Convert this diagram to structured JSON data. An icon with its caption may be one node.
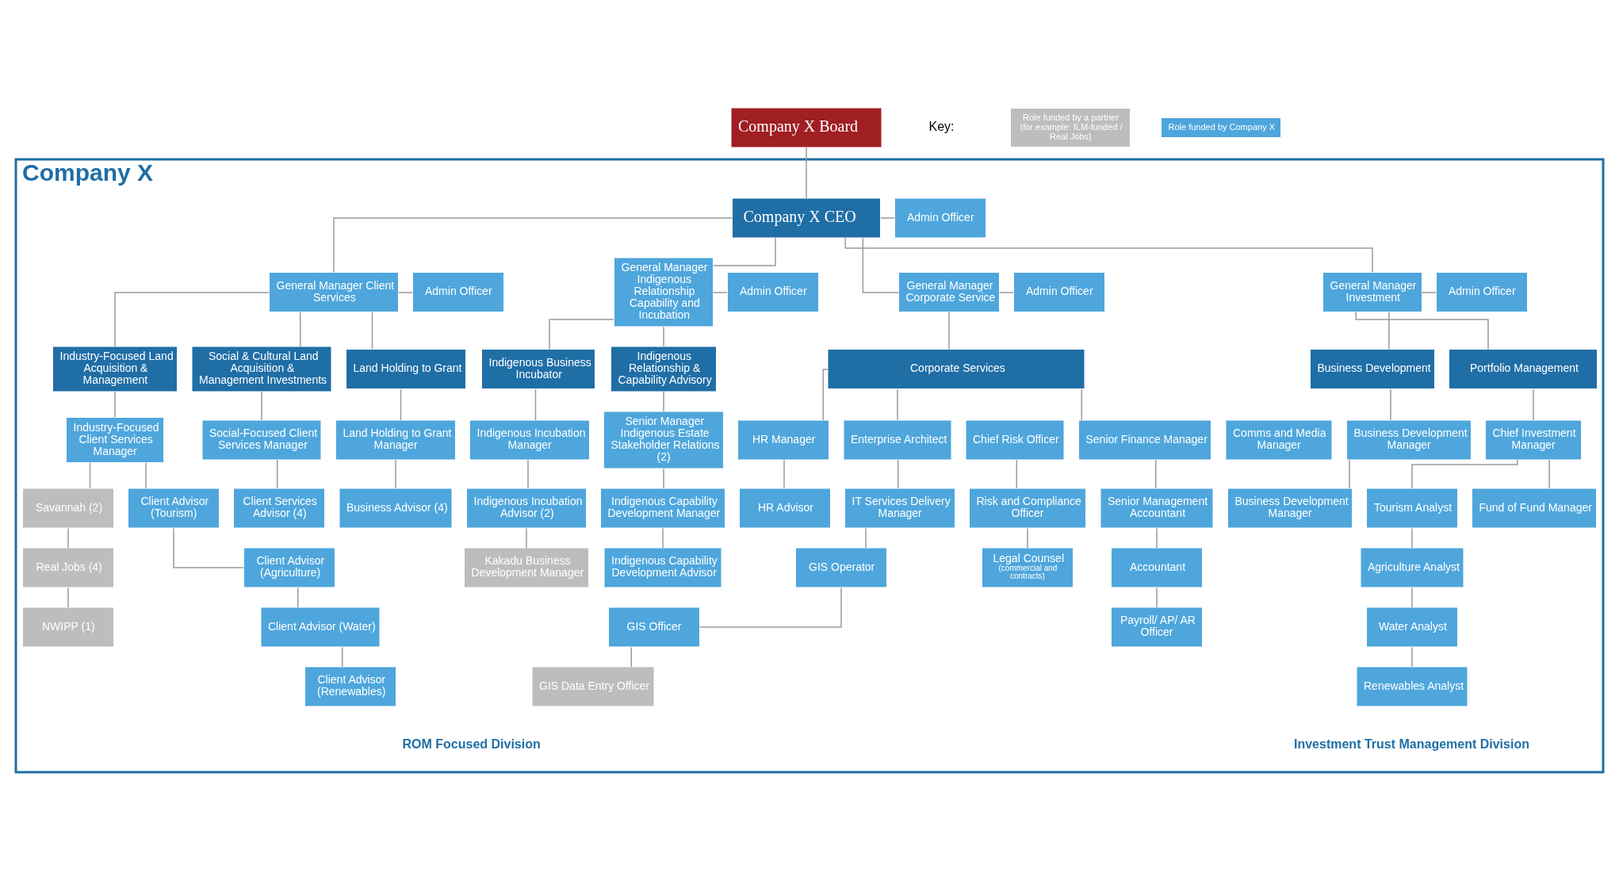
{
  "diagram": {
    "nodes": [
      {
        "text": [
          "Company X Board"
        ]
      },
      {
        "text": [
          "Company X"
        ]
      },
      {
        "text": [
          "Company X CEO"
        ],
        "in": 1
      },
      {
        "text": [
          "Admin Officer"
        ],
        "in": 1
      },
      {
        "text": [
          "General Manager Client Services"
        ],
        "in": 1
      },
      {
        "text": [
          "Admin Officer"
        ],
        "in": 1
      },
      {
        "text": [
          "General Manager Indigenous Relationship Capability and Incubation"
        ],
        "in": 1
      },
      {
        "text": [
          "Admin Officer"
        ],
        "in": 1
      },
      {
        "text": [
          "General Manager Corporate Service"
        ],
        "in": 1
      },
      {
        "text": [
          "Admin Officer"
        ],
        "in": 1
      },
      {
        "text": [
          "General Manager Investment"
        ],
        "in": 1
      },
      {
        "text": [
          "Admin Officer"
        ],
        "in": 1
      },
      {
        "text": [
          "Industry-Focused Land Acquisition & Management"
        ],
        "in": 1
      },
      {
        "text": [
          "Social & Cultural Land Acquisition & Management Investments"
        ],
        "in": 1
      },
      {
        "text": [
          "Land Holding to Grant"
        ],
        "in": 1
      },
      {
        "text": [
          "Industry-Focused Client Services Manager"
        ],
        "in": 1
      },
      {
        "text": [
          "Savannah (2)"
        ],
        "in": 1
      },
      {
        "text": [
          "Real Jobs (4)"
        ],
        "in": 1
      },
      {
        "text": [
          "NWIPP (1)"
        ],
        "in": 1
      },
      {
        "text": [
          "Client Advisor (Tourism)"
        ],
        "in": 1
      },
      {
        "text": [
          "Client Advisor (Agriculture)"
        ],
        "in": 1
      },
      {
        "text": [
          "Client Advisor (Water)"
        ],
        "in": 1
      },
      {
        "text": [
          "Client Advisor (Renewables)"
        ],
        "in": 1
      },
      {
        "text": [
          "Social-Focused Client Services Manager"
        ],
        "in": 1
      },
      {
        "text": [
          "Client Services Advisor (4)"
        ],
        "in": 1
      },
      {
        "text": [
          "Land Holding to Grant Manager"
        ],
        "in": 1
      },
      {
        "text": [
          "Business Advisor (4)"
        ],
        "in": 1
      },
      {
        "text": [
          "Indigenous Business Incubator"
        ],
        "in": 1
      },
      {
        "text": [
          "Indigenous Relationship & Capability Advisory"
        ],
        "in": 1
      },
      {
        "text": [
          "Indigenous Incubation Manager"
        ],
        "in": 1
      },
      {
        "text": [
          "Indigenous Incubation Advisor (2)"
        ],
        "in": 1
      },
      {
        "text": [
          "Kakadu Business Development Manager"
        ],
        "in": 1
      },
      {
        "text": [
          "Senior Manager Indigenous Estate Stakeholder Relations (2)"
        ],
        "in": 1
      },
      {
        "text": [
          "Indigenous Capability Development Manager"
        ],
        "in": 1
      },
      {
        "text": [
          "Indigenous Capability Development Advisor"
        ],
        "in": 1
      },
      {
        "text": [
          "Corporate Services"
        ],
        "in": 1
      },
      {
        "text": [
          "HR Manager"
        ],
        "in": 1
      },
      {
        "text": [
          "HR Advisor"
        ],
        "in": 1
      },
      {
        "text": [
          "Enterprise Architect"
        ],
        "in": 1
      },
      {
        "text": [
          "IT Services Delivery Manager"
        ],
        "in": 1
      },
      {
        "text": [
          "GIS Operator"
        ],
        "in": 1
      },
      {
        "text": [
          "GIS Officer"
        ],
        "in": 1
      },
      {
        "text": [
          "GIS Data Entry Officer"
        ],
        "in": 1
      },
      {
        "text": [
          "Chief Risk Officer"
        ],
        "in": 1
      },
      {
        "text": [
          "Risk and Compliance Officer"
        ],
        "in": 1
      },
      {
        "text": [
          "Legal Counsel",
          "(commercial and contracts)"
        ],
        "in": 1
      },
      {
        "text": [
          "Senior Finance Manager"
        ],
        "in": 1
      },
      {
        "text": [
          "Senior Management Accountant"
        ],
        "in": 1
      },
      {
        "text": [
          "Accountant"
        ],
        "in": 1
      },
      {
        "text": [
          "Payroll/ AP/ AR Officer"
        ],
        "in": 1
      },
      {
        "text": [
          "Comms and Media Manager"
        ],
        "in": 1
      },
      {
        "text": [
          "Business Development"
        ],
        "in": 1
      },
      {
        "text": [
          "Portfolio Management"
        ],
        "in": 1
      },
      {
        "text": [
          "Business Development Manager"
        ],
        "in": 1
      },
      {
        "text": [
          "Business Development Manager"
        ],
        "in": 1
      },
      {
        "text": [
          "Chief Investment Manager"
        ],
        "in": 1
      },
      {
        "text": [
          "Tourism Analyst"
        ],
        "in": 1
      },
      {
        "text": [
          "Fund of Fund Manager"
        ],
        "in": 1
      },
      {
        "text": [
          "Agriculture Analyst"
        ],
        "in": 1
      },
      {
        "text": [
          "Water Analyst"
        ],
        "in": 1
      },
      {
        "text": [
          "Renewables Analyst"
        ],
        "in": 1
      }
    ],
    "edges": [
      {
        "from": 0,
        "to": 2,
        "arrow": "none"
      },
      {
        "from": 2,
        "to": 3,
        "arrow": "none"
      },
      {
        "from": 2,
        "to": 4,
        "arrow": "none"
      },
      {
        "from": 2,
        "to": 6,
        "arrow": "none"
      },
      {
        "from": 2,
        "to": 8,
        "arrow": "none"
      },
      {
        "from": 2,
        "to": 10,
        "arrow": "none"
      },
      {
        "from": 4,
        "to": 5,
        "arrow": "none"
      },
      {
        "from": 6,
        "to": 7,
        "arrow": "none"
      },
      {
        "from": 8,
        "to": 9,
        "arrow": "none"
      },
      {
        "from": 10,
        "to": 11,
        "arrow": "none"
      },
      {
        "from": 4,
        "to": 12,
        "arrow": "none"
      },
      {
        "from": 4,
        "to": 13,
        "arrow": "none"
      },
      {
        "from": 4,
        "to": 14,
        "arrow": "none"
      },
      {
        "from": 12,
        "to": 15,
        "arrow": "none"
      },
      {
        "from": 15,
        "to": 16,
        "arrow": "none"
      },
      {
        "from": 15,
        "to": 19,
        "arrow": "none"
      },
      {
        "from": 16,
        "to": 17,
        "arrow": "none"
      },
      {
        "from": 17,
        "to": 18,
        "arrow": "none"
      },
      {
        "from": 19,
        "to": 20,
        "arrow": "none"
      },
      {
        "from": 20,
        "to": 21,
        "arrow": "none"
      },
      {
        "from": 21,
        "to": 22,
        "arrow": "none"
      },
      {
        "from": 13,
        "to": 23,
        "arrow": "none"
      },
      {
        "from": 23,
        "to": 24,
        "arrow": "none"
      },
      {
        "from": 14,
        "to": 25,
        "arrow": "none"
      },
      {
        "from": 25,
        "to": 26,
        "arrow": "none"
      },
      {
        "from": 6,
        "to": 27,
        "arrow": "none"
      },
      {
        "from": 6,
        "to": 28,
        "arrow": "none"
      },
      {
        "from": 27,
        "to": 29,
        "arrow": "none"
      },
      {
        "from": 29,
        "to": 30,
        "arrow": "none"
      },
      {
        "from": 30,
        "to": 31,
        "arrow": "none"
      },
      {
        "from": 28,
        "to": 32,
        "arrow": "none"
      },
      {
        "from": 32,
        "to": 33,
        "arrow": "none"
      },
      {
        "from": 33,
        "to": 34,
        "arrow": "none"
      },
      {
        "from": 8,
        "to": 35,
        "arrow": "none"
      },
      {
        "from": 35,
        "to": 36,
        "arrow": "none"
      },
      {
        "from": 35,
        "to": 38,
        "arrow": "none"
      },
      {
        "from": 35,
        "to": 46,
        "arrow": "none"
      },
      {
        "from": 36,
        "to": 37,
        "arrow": "none"
      },
      {
        "from": 38,
        "to": 39,
        "arrow": "none"
      },
      {
        "from": 39,
        "to": 40,
        "arrow": "none"
      },
      {
        "from": 40,
        "to": 41,
        "arrow": "none"
      },
      {
        "from": 41,
        "to": 42,
        "arrow": "none"
      },
      {
        "from": 43,
        "to": 44,
        "arrow": "none"
      },
      {
        "from": 44,
        "to": 45,
        "arrow": "none"
      },
      {
        "from": 46,
        "to": 47,
        "arrow": "none"
      },
      {
        "from": 47,
        "to": 48,
        "arrow": "none"
      },
      {
        "from": 48,
        "to": 49,
        "arrow": "none"
      },
      {
        "from": 10,
        "to": 51,
        "arrow": "none"
      },
      {
        "from": 10,
        "to": 52,
        "arrow": "none"
      },
      {
        "from": 51,
        "to": 53,
        "arrow": "none"
      },
      {
        "from": 53,
        "to": 54,
        "arrow": "none"
      },
      {
        "from": 52,
        "to": 55,
        "arrow": "none"
      },
      {
        "from": 55,
        "to": 56,
        "arrow": "none"
      },
      {
        "from": 55,
        "to": 57,
        "arrow": "none"
      },
      {
        "from": 56,
        "to": 58,
        "arrow": "none"
      },
      {
        "from": 58,
        "to": 59,
        "arrow": "none"
      },
      {
        "from": 59,
        "to": 60,
        "arrow": "none"
      }
    ],
    "labels": [
      "Key:",
      "ROM Focused Division",
      "Investment Trust Management Division"
    ],
    "legend": [
      {
        "text": "Role funded by a partner (for example: ILM-funded / Real Jobs)",
        "color": "#bdbdbd"
      },
      {
        "text": "Role funded by Company X",
        "color": "#4ea6dc"
      }
    ]
  }
}
